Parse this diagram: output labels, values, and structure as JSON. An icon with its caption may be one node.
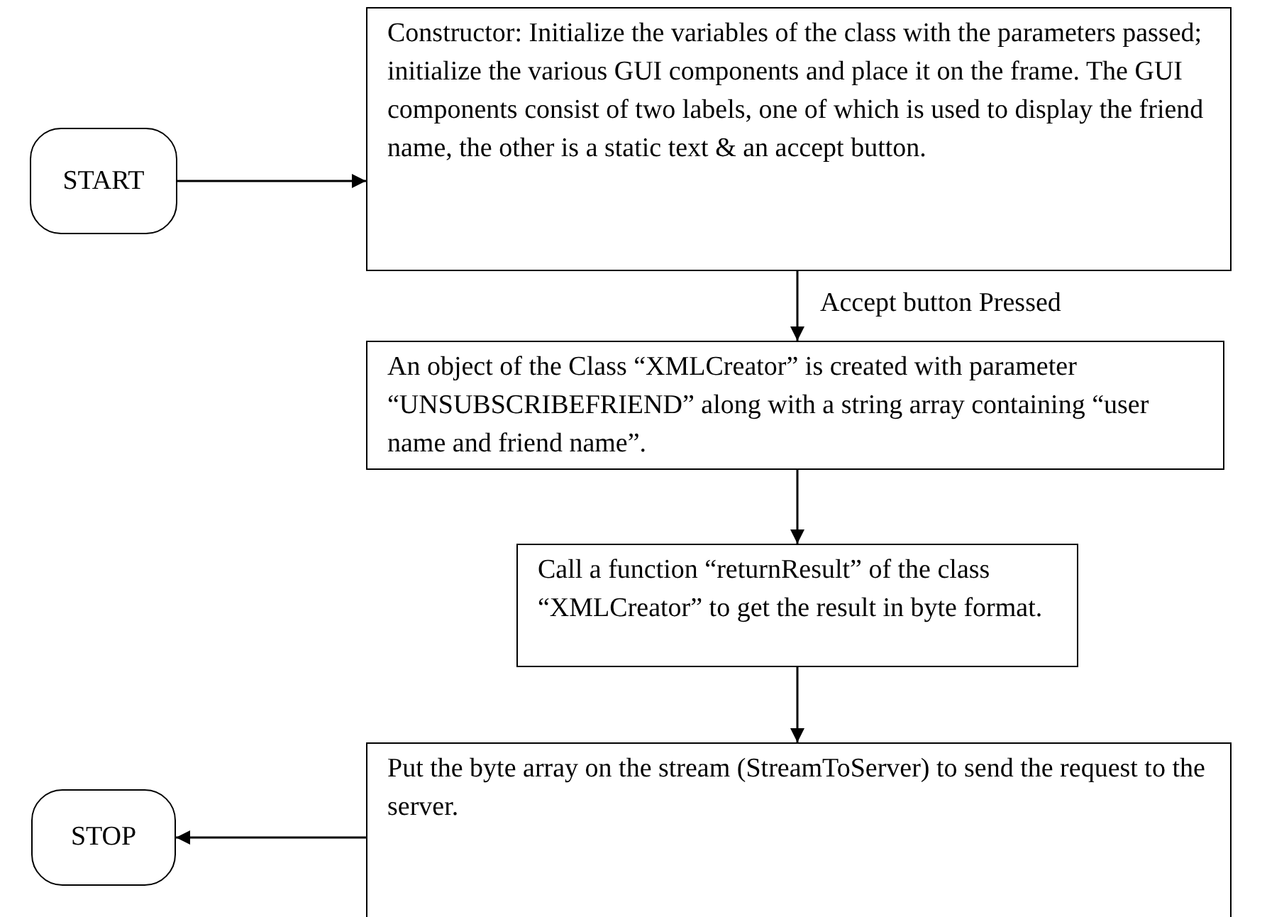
{
  "diagram": {
    "nodes": [
      {
        "text": [
          "START"
        ]
      },
      {
        "text": [
          "Constructor: Initialize the variables of the class with the parameters passed; initialize the various GUI components and place it on the frame. The GUI components consist of two labels, one of which is used to display the friend name, the other is a static text & an accept button."
        ]
      },
      {
        "text": [
          "An object of the Class “XMLCreator” is created with parameter “UNSUBSCRIBEFRIEND” along with a string array containing “user name and friend name”."
        ]
      },
      {
        "text": [
          "Call a function “returnResult” of the class “XMLCreator” to get the result in byte format."
        ]
      },
      {
        "text": [
          "Put the byte array on the stream (StreamToServer) to send the request to the server."
        ]
      },
      {
        "text": [
          "STOP"
        ]
      }
    ],
    "edges": [
      {
        "from": 0,
        "to": 1,
        "arrow": "to"
      },
      {
        "from": 1,
        "to": 2,
        "arrow": "to",
        "label": "Accept button Pressed"
      },
      {
        "from": 2,
        "to": 3,
        "arrow": "to"
      },
      {
        "from": 3,
        "to": 4,
        "arrow": "to"
      },
      {
        "from": 4,
        "to": 5,
        "arrow": "to"
      }
    ]
  }
}
